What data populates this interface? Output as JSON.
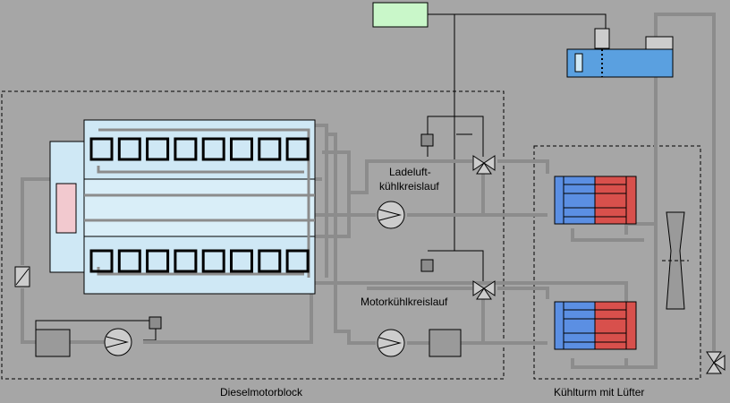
{
  "labels": {
    "charge_air_circuit_line1": "Ladeluft-",
    "charge_air_circuit_line2": "kühlkreislauf",
    "engine_circuit": "Motorkühlkreislauf",
    "engine_block": "Dieselmotorblock",
    "cooling_tower": "Kühlturm mit Lüfter"
  },
  "colors": {
    "background": "#a6a6a6",
    "pipe": "#8c8c8c",
    "engine_fill": "#cfe8f5",
    "engine_core": "#d9eef8",
    "heater_element": "#f2c9cf",
    "controller_green": "#c9f7c9",
    "tank_blue": "#5aa0e0",
    "hx_blue": "#5b8fe3",
    "hx_red": "#d8504c",
    "component_grey": "#9a9a9a"
  },
  "icons": {
    "cylinder_count_per_bank": 8,
    "pumps": [
      "pump-icon",
      "pump-icon",
      "pump-icon"
    ],
    "valves": [
      "three-way-valve-icon",
      "three-way-valve-icon",
      "valve-icon"
    ],
    "sensors": [
      "sensor-icon",
      "sensor-icon",
      "sensor-icon",
      "sensor-icon"
    ],
    "fan": "fan-icon"
  }
}
